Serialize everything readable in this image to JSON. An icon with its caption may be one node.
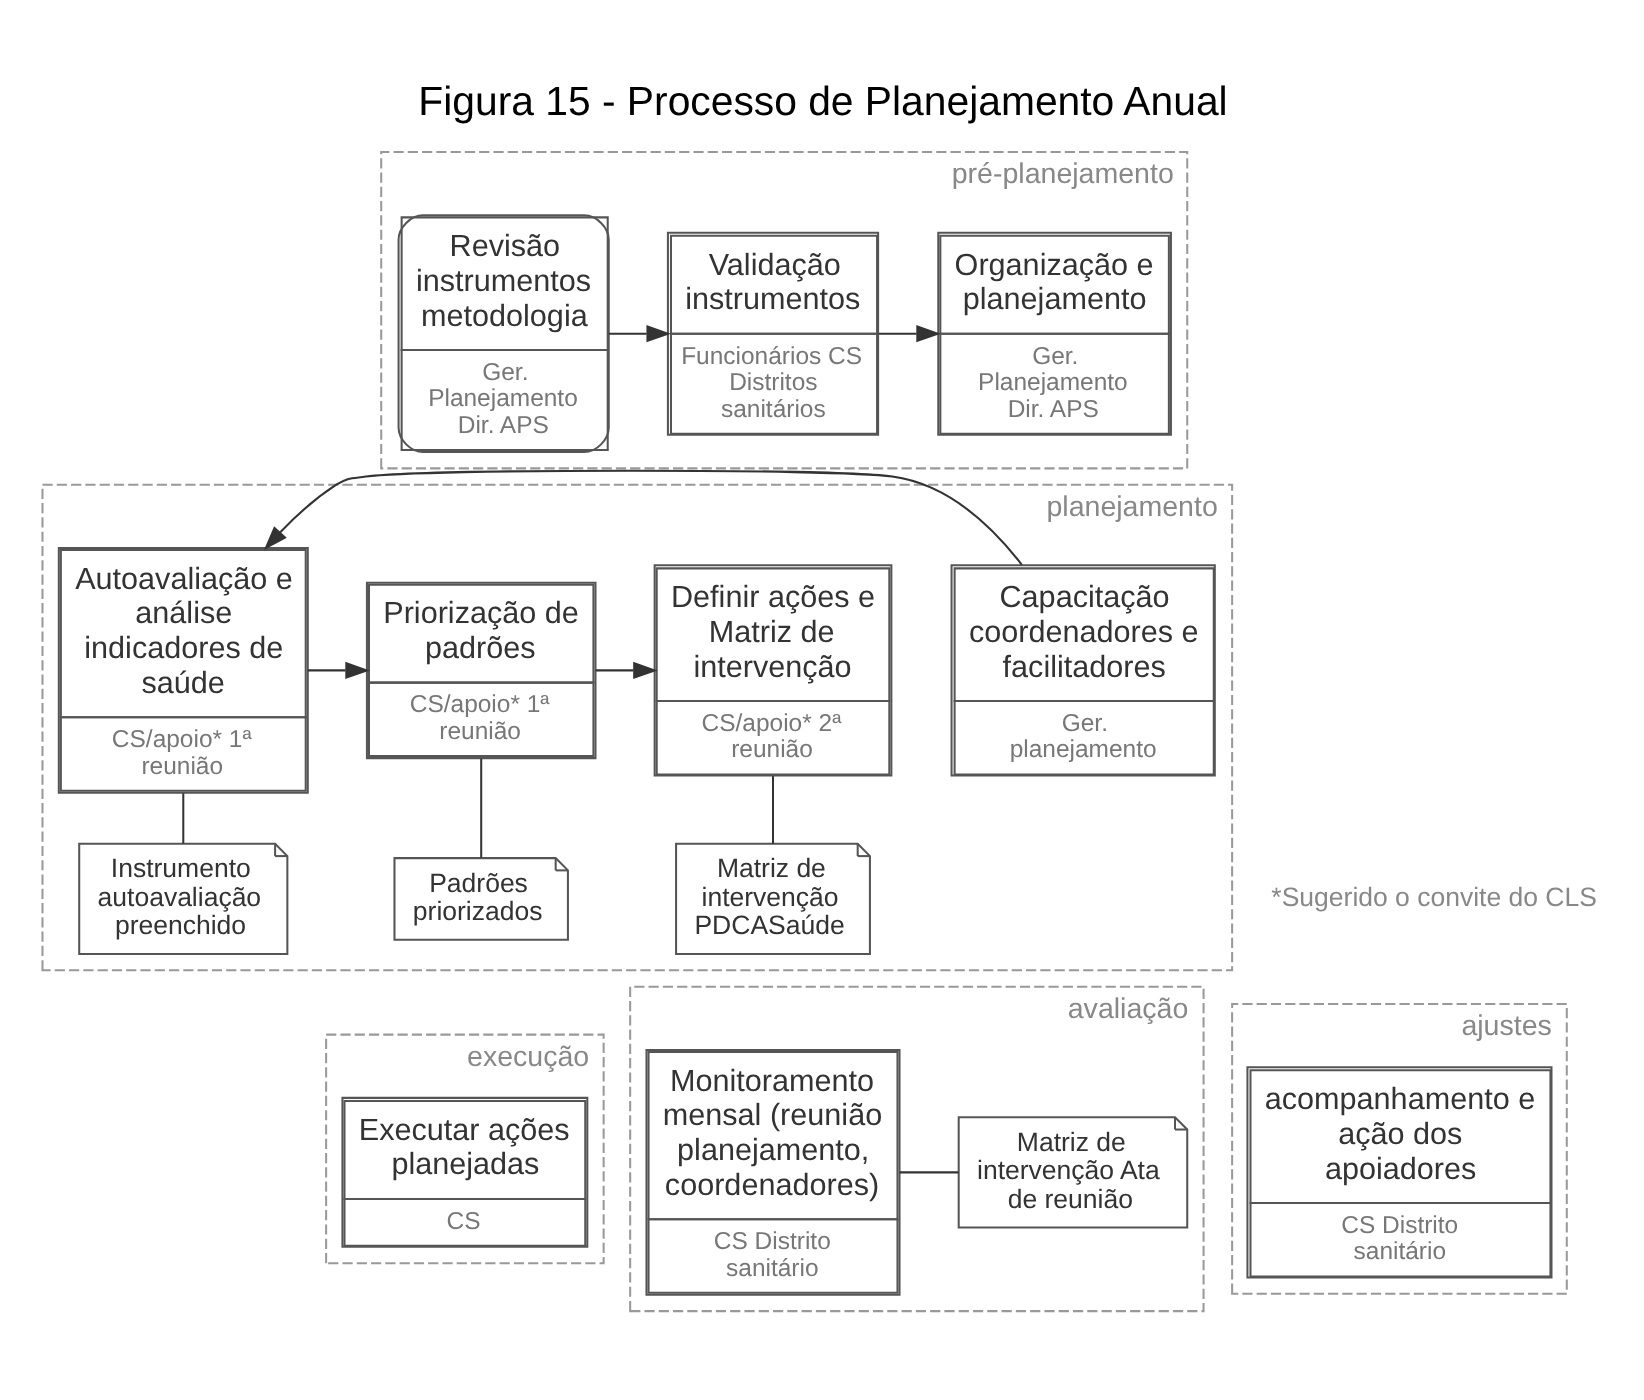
{
  "diagram": {
    "title": "Figura 15 - Processo de Planejamento Anual",
    "nodes": [
      {
        "text": [
          "pré-planejamento"
        ]
      },
      {
        "text": [
          "Revisão instrumentos metodologia",
          "Ger. Planejamento Dir. APS"
        ],
        "in": 0
      },
      {
        "text": [
          "Validação instrumentos",
          "Funcionários CS",
          "Distritos sanitários"
        ],
        "in": 0
      },
      {
        "text": [
          "Organização e planejamento",
          "Ger. Planejamento Dir. APS"
        ],
        "in": 0
      },
      {
        "text": [
          "planejamento"
        ]
      },
      {
        "text": [
          "Capacitação coordenadores e facilitadores",
          "Ger. planejamento"
        ],
        "in": 4
      },
      {
        "text": [
          "Autoavaliação e análise indicadores de saúde",
          "CS/apoio* 1ª reunião"
        ],
        "in": 4
      },
      {
        "text": [
          "Priorização de padrões",
          "CS/apoio* 1ª reunião"
        ],
        "in": 4
      },
      {
        "text": [
          "Definir ações e Matriz de intervenção",
          "CS/apoio* 2ª reunião"
        ],
        "in": 4
      },
      {
        "text": [
          "Instrumento autoavaliação preenchido"
        ],
        "in": 4
      },
      {
        "text": [
          "Padrões priorizados"
        ],
        "in": 4
      },
      {
        "text": [
          "Matriz de intervenção PDCASaúde"
        ],
        "in": 4
      },
      {
        "text": [
          "execução"
        ]
      },
      {
        "text": [
          "Executar ações planejadas",
          "CS"
        ],
        "in": 12
      },
      {
        "text": [
          "avaliação"
        ]
      },
      {
        "text": [
          "Monitoramento mensal (reunião planejamento, coordenadores)",
          "CS Distrito sanitário"
        ],
        "in": 14
      },
      {
        "text": [
          "Matriz de intervenção Ata de reunião"
        ],
        "in": 14
      },
      {
        "text": [
          "ajustes"
        ]
      },
      {
        "text": [
          "acompanhamento e ação dos apoiadores",
          "CS Distrito sanitário"
        ],
        "in": 17
      }
    ],
    "edges": [
      {
        "from": 1,
        "to": 2,
        "arrow": "to"
      },
      {
        "from": 2,
        "to": 3,
        "arrow": "to"
      },
      {
        "from": 5,
        "to": 6,
        "arrow": "to"
      },
      {
        "from": 6,
        "to": 7,
        "arrow": "to"
      },
      {
        "from": 7,
        "to": 8,
        "arrow": "to"
      },
      {
        "from": 6,
        "to": 9,
        "arrow": "none"
      },
      {
        "from": 7,
        "to": 10,
        "arrow": "none"
      },
      {
        "from": 8,
        "to": 11,
        "arrow": "none"
      },
      {
        "from": 15,
        "to": 16,
        "arrow": "none"
      }
    ],
    "labels": [
      "*Sugerido o convite do CLS"
    ]
  }
}
